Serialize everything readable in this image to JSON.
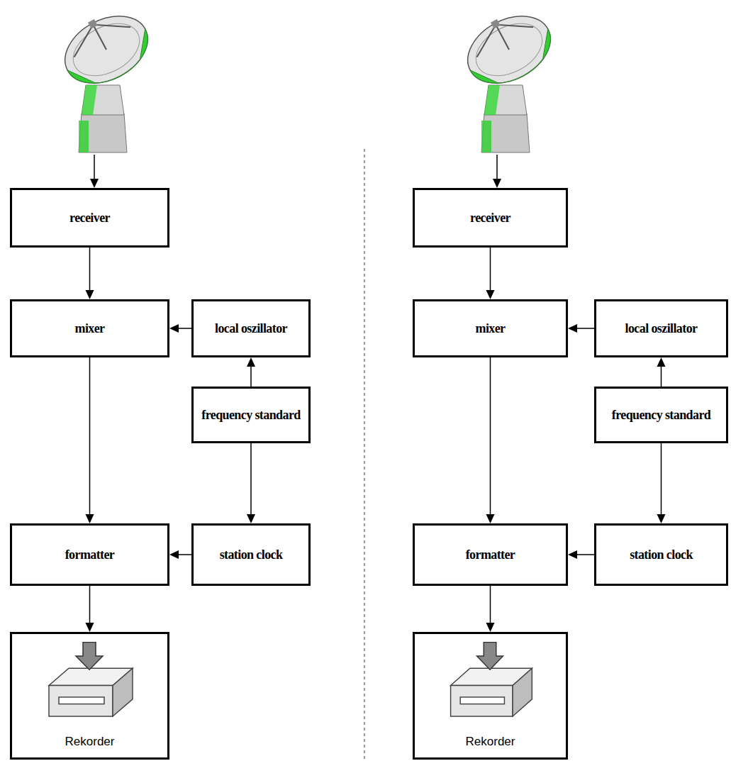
{
  "diagram": {
    "nodes": [
      {
        "text": [
          "receiver"
        ]
      },
      {
        "text": [
          "mixer"
        ]
      },
      {
        "text": [
          "local oszillator"
        ]
      },
      {
        "text": [
          "frequency standard"
        ]
      },
      {
        "text": [
          "formatter"
        ]
      },
      {
        "text": [
          "station clock"
        ]
      },
      {
        "text": [
          "Rekorder"
        ]
      },
      {
        "text": [
          "receiver"
        ]
      },
      {
        "text": [
          "mixer"
        ]
      },
      {
        "text": [
          "local oszillator"
        ]
      },
      {
        "text": [
          "frequency standard"
        ]
      },
      {
        "text": [
          "formatter"
        ]
      },
      {
        "text": [
          "station clock"
        ]
      },
      {
        "text": [
          "Rekorder"
        ]
      }
    ],
    "edges": [
      {
        "from": 0,
        "to": 1,
        "arrow": "to"
      },
      {
        "from": 2,
        "to": 1,
        "arrow": "to"
      },
      {
        "from": 3,
        "to": 2,
        "arrow": "to"
      },
      {
        "from": 3,
        "to": 5,
        "arrow": "to"
      },
      {
        "from": 1,
        "to": 4,
        "arrow": "to"
      },
      {
        "from": 5,
        "to": 4,
        "arrow": "to"
      },
      {
        "from": 4,
        "to": 6,
        "arrow": "to"
      },
      {
        "from": 7,
        "to": 8,
        "arrow": "to"
      },
      {
        "from": 9,
        "to": 8,
        "arrow": "to"
      },
      {
        "from": 10,
        "to": 9,
        "arrow": "to"
      },
      {
        "from": 10,
        "to": 12,
        "arrow": "to"
      },
      {
        "from": 8,
        "to": 11,
        "arrow": "to"
      },
      {
        "from": 12,
        "to": 11,
        "arrow": "to"
      },
      {
        "from": 11,
        "to": 13,
        "arrow": "to"
      }
    ]
  }
}
